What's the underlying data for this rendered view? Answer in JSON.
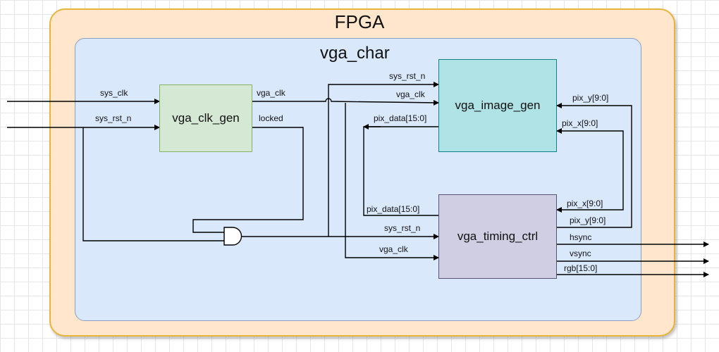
{
  "diagram": {
    "title": "FPGA",
    "module_title": "vga_char",
    "blocks": {
      "clk_gen": "vga_clk_gen",
      "image_gen": "vga_image_gen",
      "timing_ctrl": "vga_timing_ctrl"
    },
    "signals": {
      "sys_clk_in": "sys_clk",
      "sys_rst_n_in": "sys_rst_n",
      "vga_clk_out": "vga_clk",
      "locked_out": "locked",
      "img_sys_rst_n": "sys_rst_n",
      "img_vga_clk": "vga_clk",
      "img_pix_data": "pix_data[15:0]",
      "img_pix_y": "pix_y[9:0]",
      "img_pix_x": "pix_x[9:0]",
      "tim_pix_data": "pix_data[15:0]",
      "tim_sys_rst_n": "sys_rst_n",
      "tim_vga_clk": "vga_clk",
      "tim_pix_x": "pix_x[9:0]",
      "tim_pix_y": "pix_y[9:0]",
      "hsync": "hsync",
      "vsync": "vsync",
      "rgb": "rgb[15:0]"
    }
  }
}
